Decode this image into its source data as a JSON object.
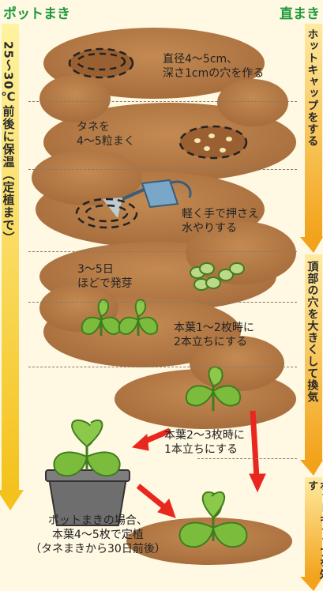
{
  "header": {
    "left": "ポットまき",
    "right": "直まき"
  },
  "left_bar": {
    "text": "25〜30℃前後に保温（定植まで）"
  },
  "right_bars": [
    {
      "text": "ホットキャップをする"
    },
    {
      "text": "頂部の穴を大きくして換気"
    },
    {
      "text": "ホットキャップを外す"
    }
  ],
  "steps": [
    {
      "text": "直径4〜5cm、\n深さ1cmの穴を作る"
    },
    {
      "text": "タネを\n4〜5粒まく"
    },
    {
      "text": "軽く手で押さえ\n水やりする"
    },
    {
      "text": "3〜5日\nほどで発芽"
    },
    {
      "text": "本葉1〜2枚時に\n2本立ちにする"
    },
    {
      "text": "本葉2〜3枚時に\n1本立ちにする"
    },
    {
      "text": "ポットまきの場合、\n本葉4〜5枚で定植\n（タネまきから30日前後）"
    }
  ],
  "colors": {
    "soil": "#a7713e",
    "soil_light": "#c58d55",
    "bar_yellow": "#f6c12a",
    "bar_orange": "#f2a31b",
    "leaf": "#7cbc3d",
    "leaf_dark": "#3f7d1f",
    "pot": "#6e6e6e",
    "arrow": "#e8281e",
    "header_green": "#1f9a3c"
  }
}
